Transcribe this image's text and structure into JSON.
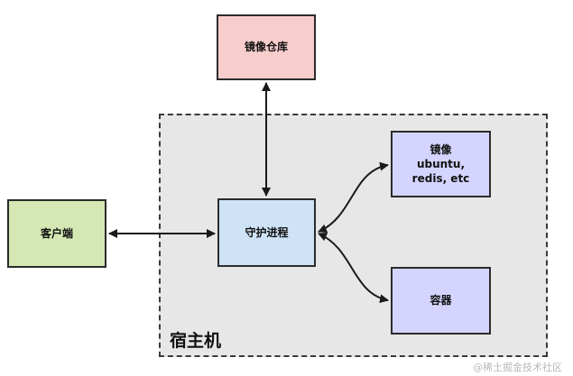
{
  "nodes": {
    "registry": "镜像仓库",
    "client": "客户端",
    "daemon": "守护进程",
    "images_title": "镜像",
    "images_line2": "ubuntu,",
    "images_line3": "redis, etc",
    "containers": "容器"
  },
  "host_label": "宿主机",
  "watermark": "@稀土掘金技术社区",
  "colors": {
    "registry": "#f8cecc",
    "client": "#d5e8b4",
    "daemon": "#cfe3f7",
    "images": "#d4d4ff",
    "containers": "#d4d4ff",
    "host": "#e7e7e7"
  }
}
